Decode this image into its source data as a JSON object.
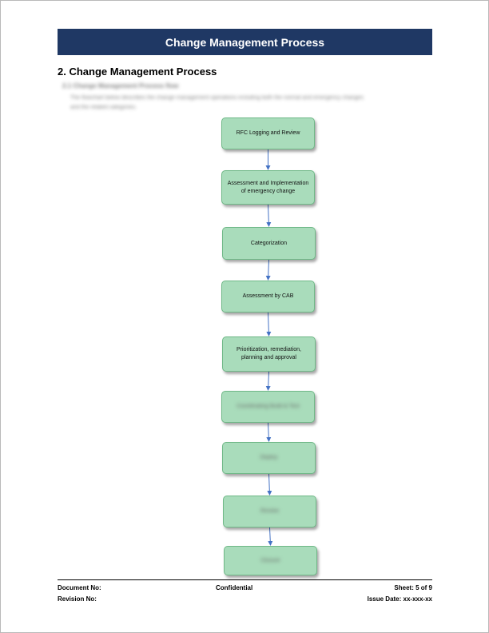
{
  "header": {
    "title": "Change Management Process"
  },
  "section": {
    "heading": "2. Change Management Process",
    "subheading": "2.1 Change Management Process flow",
    "body_line_1": "The flowchart below describes the change management operations including both the normal and emergency changes",
    "body_line_2": "and the related categories."
  },
  "flowchart": {
    "steps": [
      {
        "label": "RFC Logging and Review"
      },
      {
        "label": "Assessment and Implementation of emergency change"
      },
      {
        "label": "Categorization"
      },
      {
        "label": "Assessment by CAB"
      },
      {
        "label": "Prioritization, remediation, planning and approval"
      },
      {
        "label": "Coordinating Build & Test"
      },
      {
        "label": "Deploy"
      },
      {
        "label": "Review"
      },
      {
        "label": "Closure"
      }
    ],
    "colors": {
      "fill": "#a9dcbb",
      "border": "#6fb887",
      "arrow": "#4472c4"
    }
  },
  "footer": {
    "document_no": "Document No:",
    "revision_no": "Revision No:",
    "classification": "Confidential",
    "sheet": "Sheet: 5 of 9",
    "issue_date": "Issue Date: xx-xxx-xx"
  }
}
